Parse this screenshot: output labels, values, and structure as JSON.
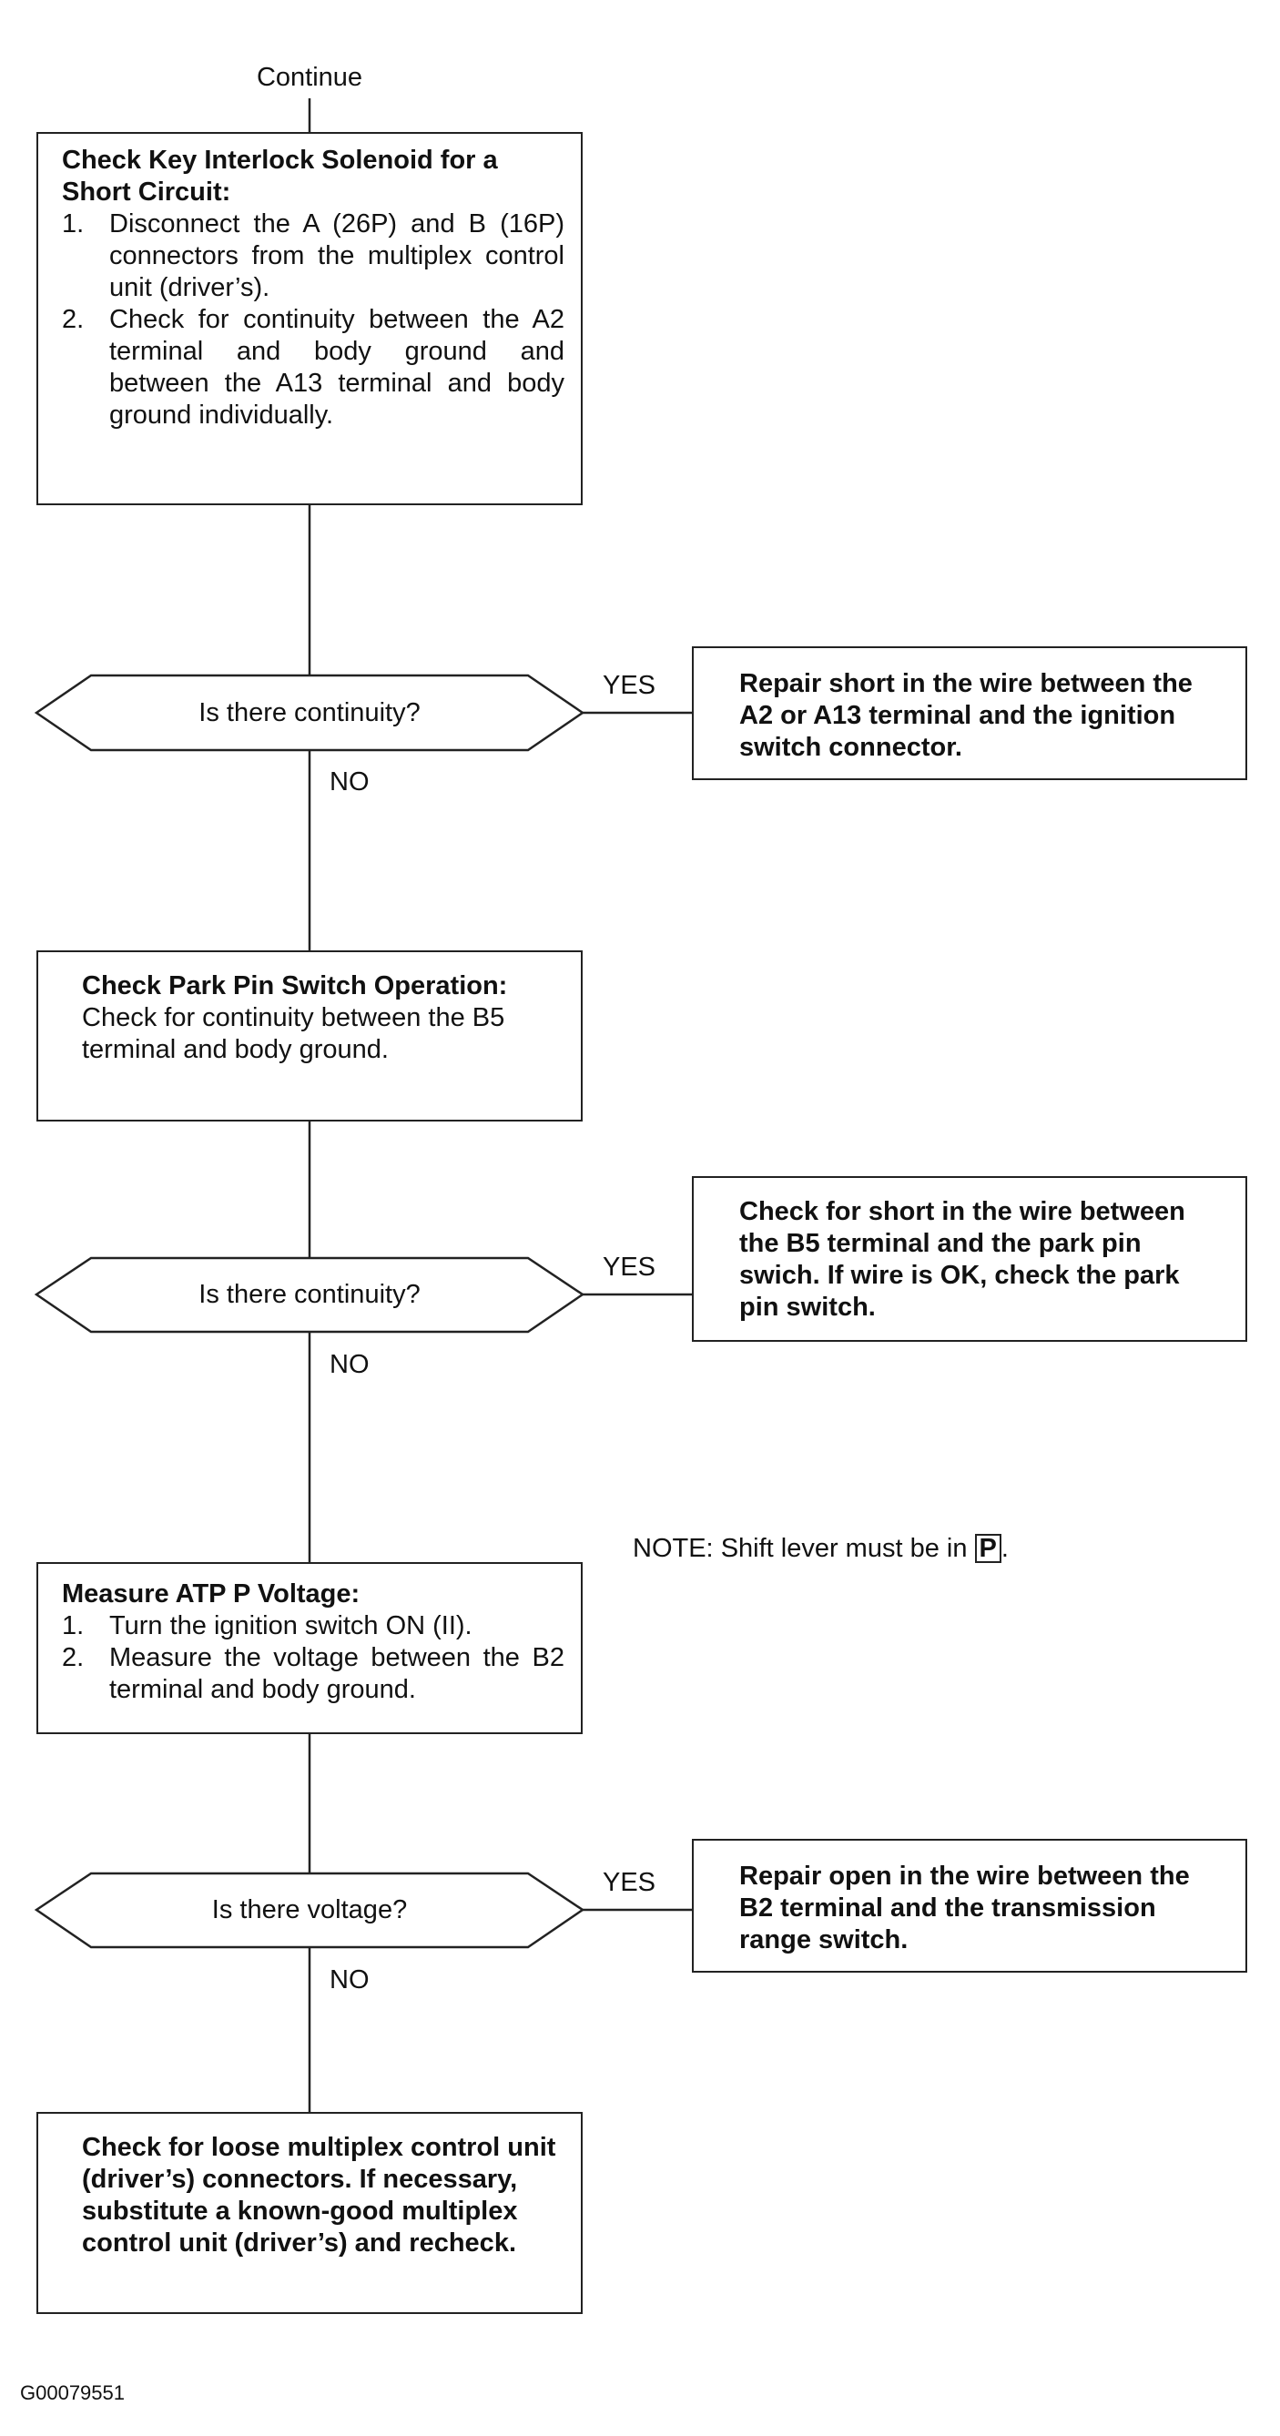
{
  "start_label": "Continue",
  "steps": [
    {
      "title": "Check Key Interlock Solenoid for a Short Circuit:",
      "items": [
        {
          "num": "1.",
          "text": "Disconnect the A (26P) and B (16P) connectors from the multiplex control unit (driver’s)."
        },
        {
          "num": "2.",
          "text": "Check for continuity between the A2 terminal and body ground and between the A13 terminal and body ground individually."
        }
      ]
    },
    {
      "title": "Check Park Pin Switch Operation:",
      "body": "Check for continuity between the B5 terminal and body ground."
    },
    {
      "title": "Measure ATP P Voltage:",
      "items": [
        {
          "num": "1.",
          "text": "Turn the ignition switch ON (II)."
        },
        {
          "num": "2.",
          "text": "Measure the voltage between the B2 terminal and body ground."
        }
      ]
    },
    {
      "body": "Check for loose multiplex control unit (driver’s) connectors. If necessary, substitute a known-good multiplex control unit (driver’s) and recheck."
    }
  ],
  "decisions": [
    {
      "question": "Is there continuity?",
      "yes": "YES",
      "no": "NO",
      "yes_action": "Repair short in the wire between the A2 or A13 terminal and the ignition switch connector."
    },
    {
      "question": "Is there continuity?",
      "yes": "YES",
      "no": "NO",
      "yes_action": "Check for short in the wire between the B5 terminal and the park pin swich. If wire is OK, check the park pin switch."
    },
    {
      "question": "Is there voltage?",
      "yes": "YES",
      "no": "NO",
      "yes_action": "Repair open in the wire between the B2 terminal and the transmission range switch."
    }
  ],
  "note": {
    "prefix": "NOTE:",
    "text": "Shift lever must be in",
    "symbol": "P",
    "suffix": "."
  },
  "figure_id": "G00079551"
}
